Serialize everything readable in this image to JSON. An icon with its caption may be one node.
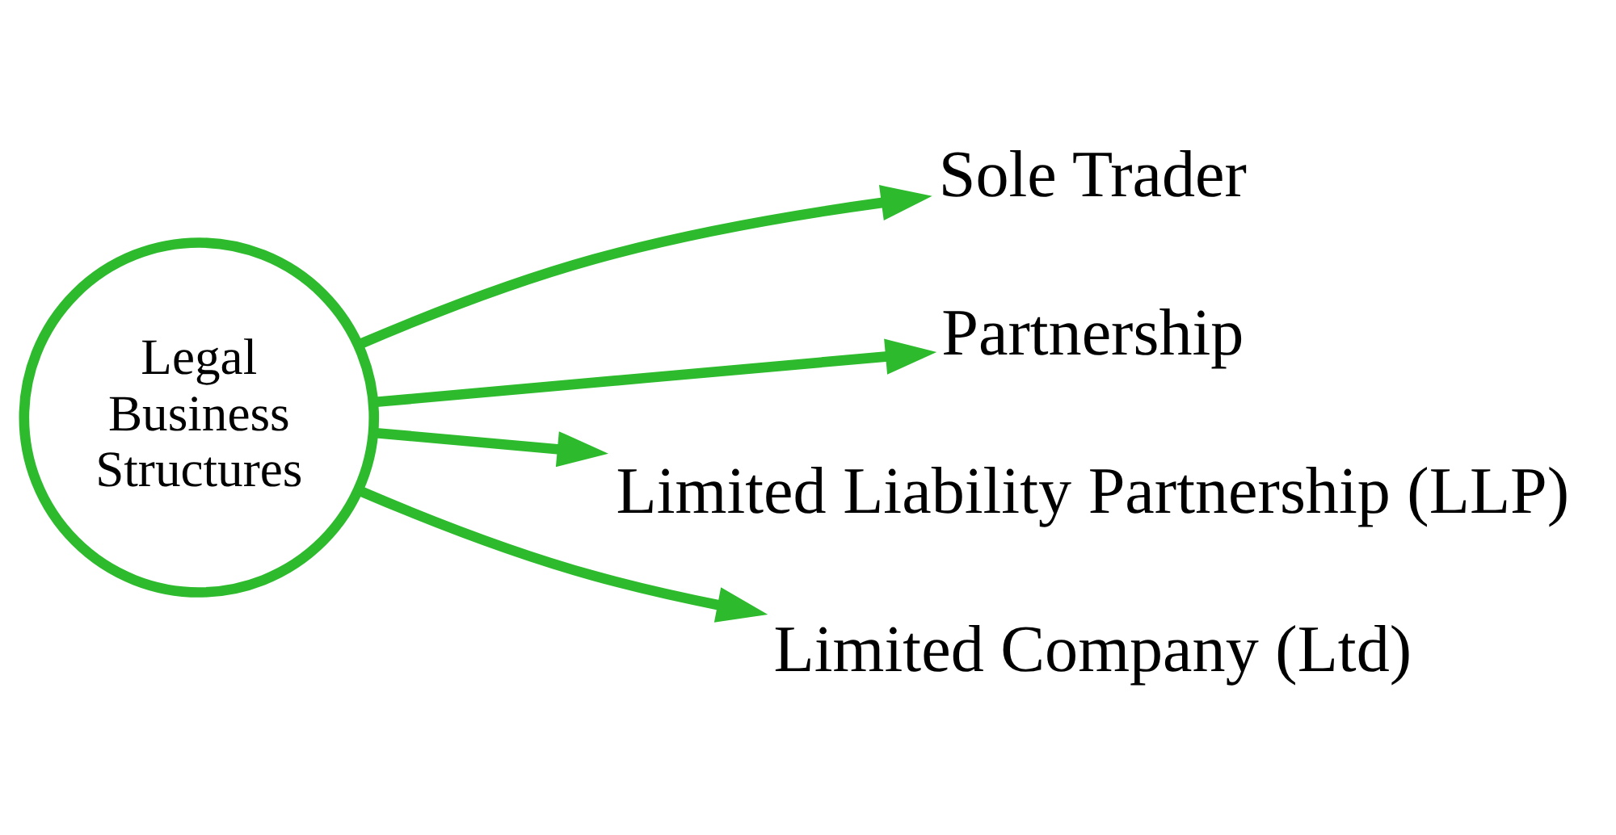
{
  "diagram": {
    "nodes": [
      {
        "text": [
          "Legal Business Structures"
        ]
      },
      {
        "text": [
          "Sole Trader"
        ]
      },
      {
        "text": [
          "Partnership"
        ]
      },
      {
        "text": [
          "Limited Liability Partnership (LLP)"
        ]
      },
      {
        "text": [
          "Limited Company (Ltd)"
        ]
      }
    ],
    "edges": [
      {
        "from": 0,
        "to": 1,
        "arrow": "to"
      },
      {
        "from": 0,
        "to": 2,
        "arrow": "to"
      },
      {
        "from": 0,
        "to": 3,
        "arrow": "to"
      },
      {
        "from": 0,
        "to": 4,
        "arrow": "to"
      }
    ]
  }
}
